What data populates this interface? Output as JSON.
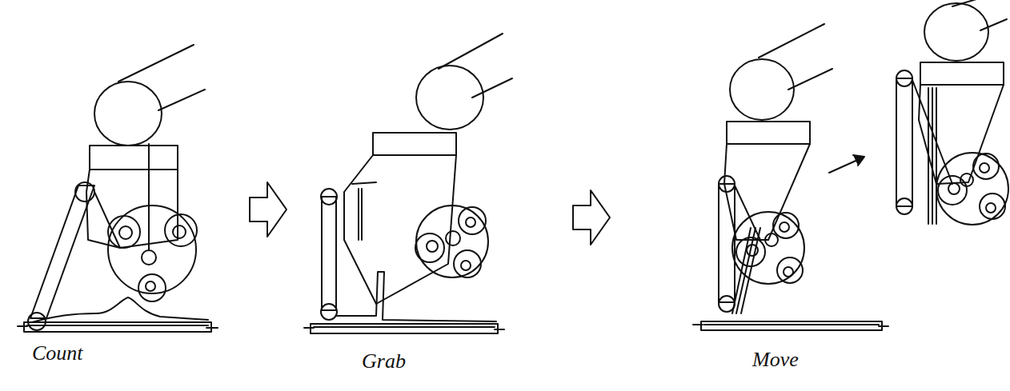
{
  "diagram": {
    "labels": [
      "Count",
      "Grab",
      "Move"
    ]
  }
}
